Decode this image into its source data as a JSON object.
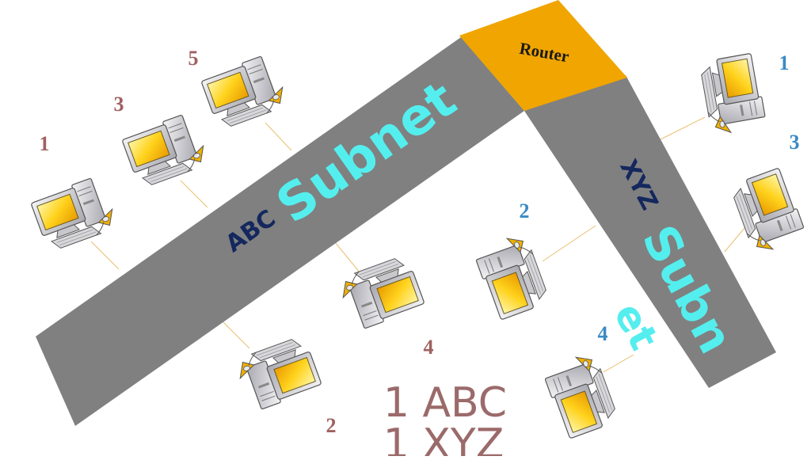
{
  "router": {
    "label": "Router"
  },
  "abc_subnet": {
    "prefix": "ABC",
    "word": "Subnet"
  },
  "xyz_subnet": {
    "prefix": "XYZ",
    "word_part1": "Subn",
    "word_part2": "et"
  },
  "abc_numbers": [
    "1",
    "3",
    "5",
    "4",
    "2"
  ],
  "xyz_numbers": [
    "1",
    "3",
    "2",
    "4"
  ],
  "footer": {
    "line1": "1 ABC",
    "line2": "1 XYZ"
  },
  "colors": {
    "band": "#808080",
    "router": "#f0a500",
    "subnet_word": "#55eeee",
    "subnet_prefix": "#14285e",
    "abc_number": "#a06060",
    "xyz_number": "#3a8ac4",
    "link": "#e8c070",
    "footer_text": "#8a5050"
  },
  "icons": [
    "computer-icon"
  ]
}
